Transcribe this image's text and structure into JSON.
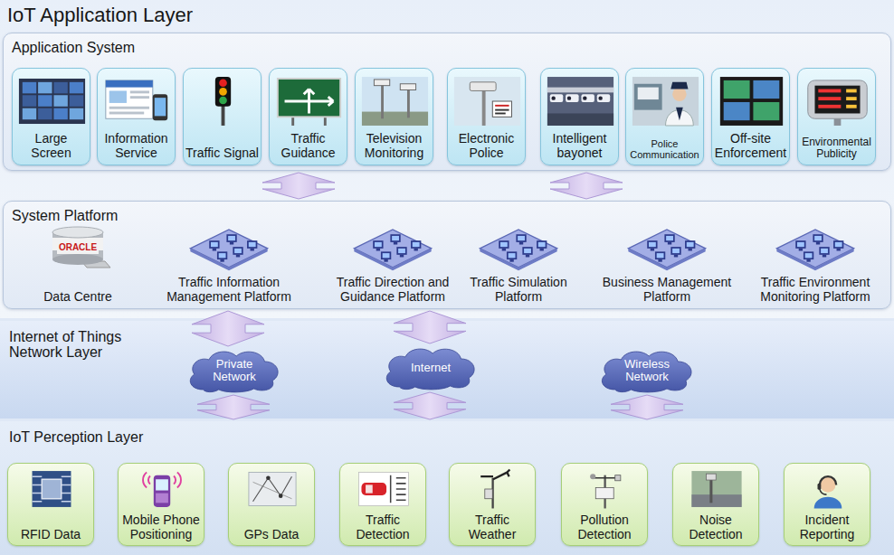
{
  "diagram": {
    "nodes": [
      {
        "text": [
          "IoT Application Layer"
        ]
      },
      {
        "text": [
          "Application System"
        ],
        "in": 0
      },
      {
        "text": [
          "Large Screen"
        ],
        "in": 1
      },
      {
        "text": [
          "Information Service"
        ],
        "in": 1
      },
      {
        "text": [
          "Traffic Signal"
        ],
        "in": 1
      },
      {
        "text": [
          "Traffic Guidance"
        ],
        "in": 1
      },
      {
        "text": [
          "Television Monitoring"
        ],
        "in": 1
      },
      {
        "text": [
          "Electronic Police"
        ],
        "in": 1
      },
      {
        "text": [
          "Intelligent bayonet"
        ],
        "in": 1
      },
      {
        "text": [
          "Police Communication"
        ],
        "in": 1
      },
      {
        "text": [
          "Off-site Enforcement"
        ],
        "in": 1
      },
      {
        "text": [
          "Environmental Publicity"
        ],
        "in": 1
      },
      {
        "text": [
          "System Platform"
        ],
        "in": 0
      },
      {
        "text": [
          "Data Centre"
        ],
        "in": 12
      },
      {
        "text": [
          "Traffic Information Management Platform"
        ],
        "in": 12
      },
      {
        "text": [
          "Traffic Direction and Guidance Platform"
        ],
        "in": 12
      },
      {
        "text": [
          "Traffic Simulation Platform"
        ],
        "in": 12
      },
      {
        "text": [
          "Business Management Platform"
        ],
        "in": 12
      },
      {
        "text": [
          "Traffic Environment Monitoring Platform"
        ],
        "in": 12
      },
      {
        "text": [
          "Internet of Things Network Layer"
        ]
      },
      {
        "text": [
          "Private Network"
        ],
        "in": 19
      },
      {
        "text": [
          "Internet"
        ],
        "in": 19
      },
      {
        "text": [
          "Wireless Network"
        ],
        "in": 19
      },
      {
        "text": [
          "IoT Perception Layer"
        ]
      },
      {
        "text": [
          "RFID Data"
        ],
        "in": 23
      },
      {
        "text": [
          "Mobile Phone Positioning"
        ],
        "in": 23
      },
      {
        "text": [
          "GPs Data"
        ],
        "in": 23
      },
      {
        "text": [
          "Traffic Detection"
        ],
        "in": 23
      },
      {
        "text": [
          "Traffic Weather"
        ],
        "in": 23
      },
      {
        "text": [
          "Pollution Detection"
        ],
        "in": 23
      },
      {
        "text": [
          "Noise Detection"
        ],
        "in": 23
      },
      {
        "text": [
          "Incident Reporting"
        ],
        "in": 23
      }
    ],
    "edges": [
      {
        "from": 1,
        "to": 12,
        "arrow": "both"
      },
      {
        "from": 1,
        "to": 12,
        "arrow": "both"
      },
      {
        "from": 12,
        "to": 20,
        "arrow": "both"
      },
      {
        "from": 12,
        "to": 21,
        "arrow": "both"
      },
      {
        "from": 20,
        "to": 23,
        "arrow": "both"
      },
      {
        "from": 21,
        "to": 23,
        "arrow": "both"
      },
      {
        "from": 22,
        "to": 23,
        "arrow": "both"
      }
    ],
    "labels": [
      "ORACLE"
    ]
  }
}
